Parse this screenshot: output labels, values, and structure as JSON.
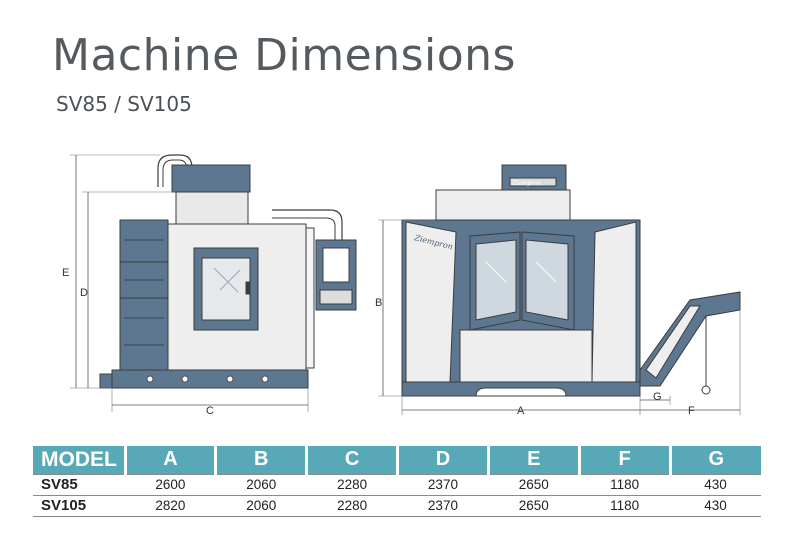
{
  "header": {
    "title": "Machine Dimensions",
    "subtitle": "SV85 / SV105"
  },
  "drawing": {
    "labels": {
      "A_bottom": "A",
      "B": "B",
      "C": "C",
      "D": "D",
      "E": "E",
      "F": "F",
      "G": "G"
    },
    "logo_text": "Ziempron",
    "colors": {
      "body_blue": "#5d7790",
      "panel_light": "#eeeeee",
      "line": "#3c3c3c"
    }
  },
  "table": {
    "columns": [
      "MODEL",
      "A",
      "B",
      "C",
      "D",
      "E",
      "F",
      "G"
    ],
    "rows": [
      [
        "SV85",
        "2600",
        "2060",
        "2280",
        "2370",
        "2650",
        "1180",
        "430"
      ],
      [
        "SV105",
        "2820",
        "2060",
        "2280",
        "2370",
        "2650",
        "1180",
        "430"
      ]
    ],
    "header_color": "#58a9b7"
  }
}
